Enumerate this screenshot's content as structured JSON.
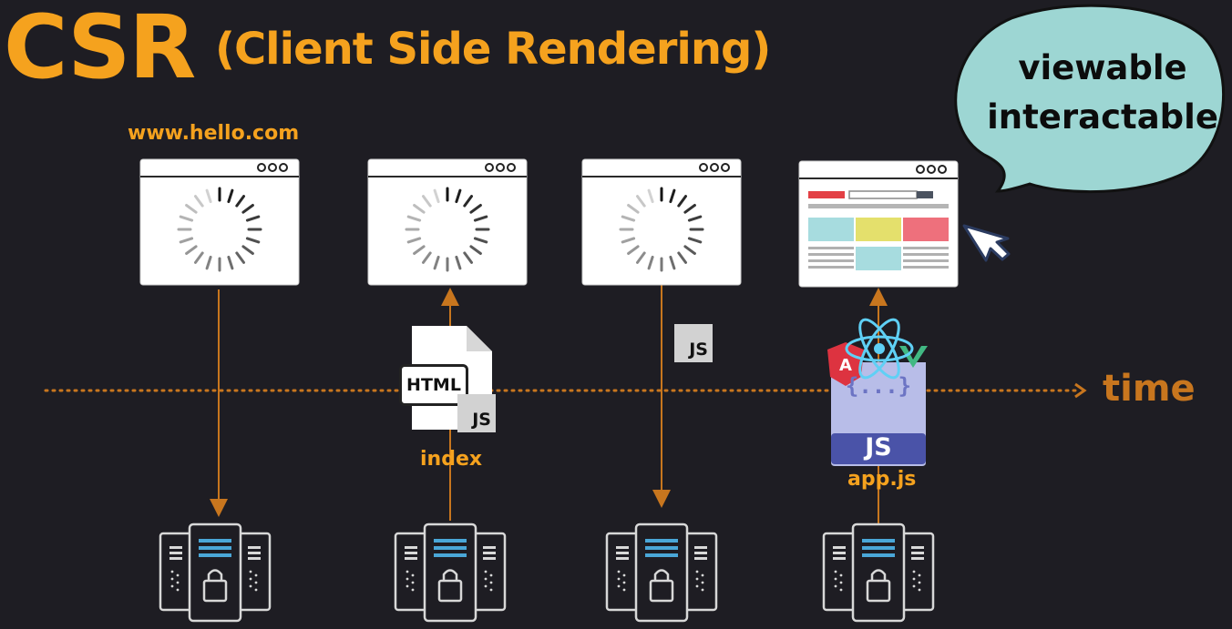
{
  "title": {
    "main": "CSR",
    "sub": "(Client Side Rendering)"
  },
  "url": "www.hello.com",
  "speech_bubble": {
    "line1": "viewable",
    "line2": "interactable"
  },
  "timeline": {
    "label": "time"
  },
  "file_labels": {
    "html_badge": "HTML",
    "js_badge_index": "JS",
    "index_caption": "index",
    "js_badge_transfer": "JS",
    "app_js_badge": "JS",
    "app_js_braces": "{...}",
    "app_js_caption": "app.js"
  },
  "colors": {
    "background": "#1e1d23",
    "accent_orange": "#f5a21e",
    "timeline_orange": "#c8761e",
    "bubble": "#9dd6d3",
    "react_blue": "#5fd0f5",
    "angular_red": "#dd3340",
    "vue_green": "#41b883",
    "appjs_purple": "#4a53a8"
  }
}
